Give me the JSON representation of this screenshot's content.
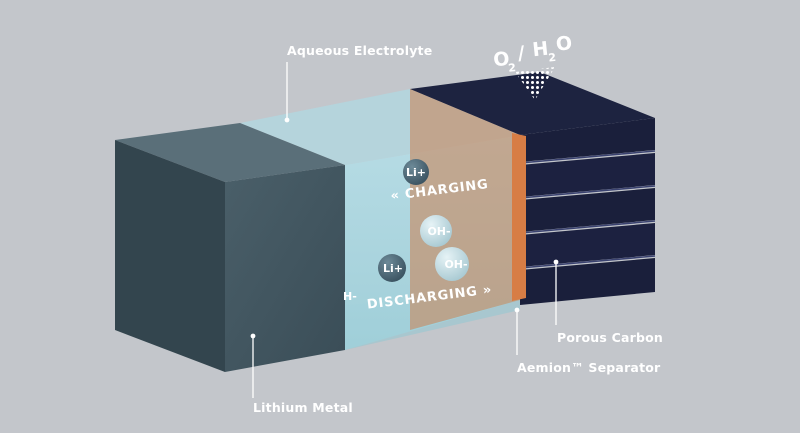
{
  "labels": {
    "electrolyte": "Aqueous Electrolyte",
    "lithium": "Lithium Metal",
    "separator": "Aemion™ Separator",
    "carbon": "Porous Carbon"
  },
  "processes": {
    "charging": "« CHARGING",
    "discharging": "DISCHARGING »"
  },
  "ions": {
    "li_upper": "Li+",
    "li_lower": "Li+",
    "oh_upper": "OH-",
    "oh_lower": "OH-",
    "oh_partial": "H-"
  },
  "gas": {
    "o": "O",
    "o_sub": "2",
    "slash": "/",
    "h": "H",
    "h_sub": "2",
    "o2": "O"
  },
  "colors": {
    "background": "#c3c6cb",
    "lithium_block": "#435863",
    "electrolyte": "#a9d4de",
    "separator": "#c8875d",
    "carbon": "#1a1f3b"
  }
}
